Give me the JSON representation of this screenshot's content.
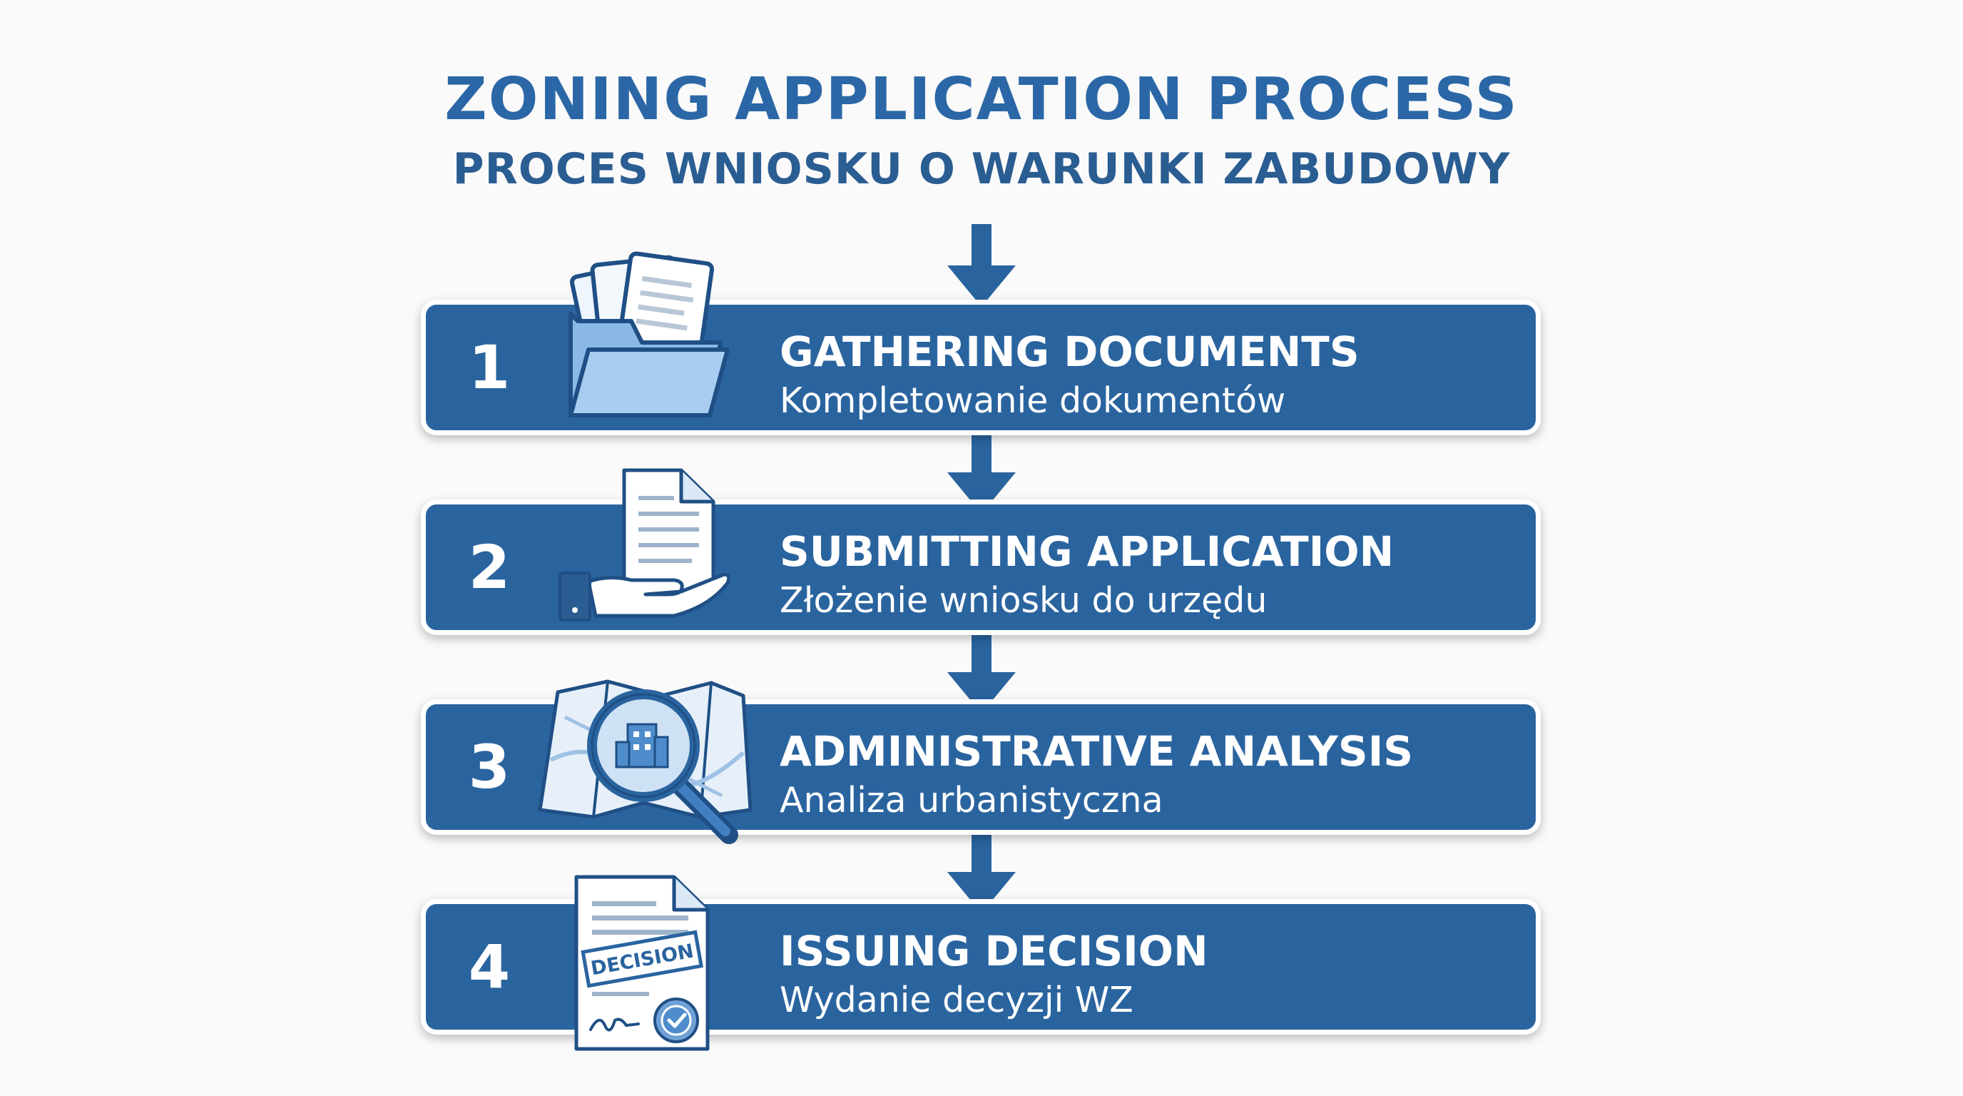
{
  "title": "ZONING APPLICATION PROCESS",
  "subtitle": "PROCES WNIOSKU O WARUNKI ZABUDOWY",
  "colors": {
    "primary": "#2a649f",
    "title": "#2b67a6",
    "subtitle": "#2a5d92",
    "icon_light": "#a9cdf0",
    "icon_outline": "#1f4f85"
  },
  "steps": [
    {
      "number": "1",
      "title": "GATHERING DOCUMENTS",
      "subtitle": "Kompletowanie dokumentów",
      "icon": "folder-documents-icon"
    },
    {
      "number": "2",
      "title": "SUBMITTING APPLICATION",
      "subtitle": "Złożenie wniosku do urzędu",
      "icon": "hand-document-icon"
    },
    {
      "number": "3",
      "title": "ADMINISTRATIVE ANALYSIS",
      "subtitle": "Analiza urbanistyczna",
      "icon": "map-magnifier-icon"
    },
    {
      "number": "4",
      "title": "ISSUING DECISION",
      "subtitle": "Wydanie decyzji WZ",
      "icon": "decision-document-icon",
      "stamp_text": "DECISION"
    }
  ]
}
